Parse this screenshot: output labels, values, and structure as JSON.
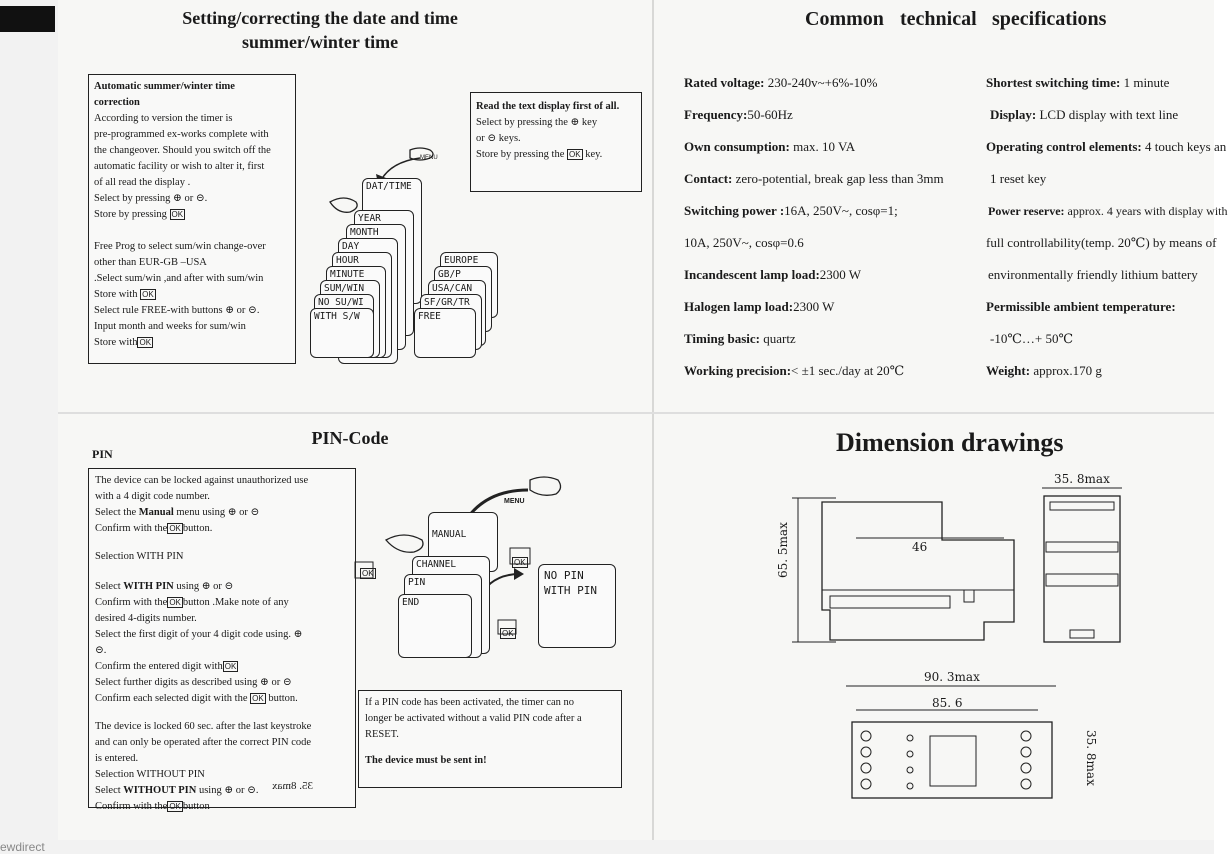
{
  "watermark": "ewdirect",
  "date_section": {
    "title_line1": "Setting/correcting the date and time",
    "title_line2": "summer/winter time",
    "auto_box": {
      "heading1": "Automatic summer/winter time",
      "heading2": "correction",
      "lines": [
        "According to version the timer is",
        "pre-programmed ex-works complete with",
        "the changeover. Should you switch off the",
        "automatic facility or wish to alter it, first",
        "of all read the display ."
      ],
      "select_line": "Select by pressing  ⊕  or ⊝.",
      "store_line": "Store by pressing",
      "free_lines": [
        "Free Prog to select sum/win change-over",
        "other than EUR-GB –USA",
        ".Select sum/win ,and after with sum/win",
        "Store with",
        "Select rule FREE-with buttons  ⊕  or ⊝.",
        "Input month and weeks for sum/win",
        "Store with"
      ]
    },
    "read_box": {
      "heading": "Read the text display first of all.",
      "line1": "Select by pressing the   ⊕  key",
      "line2": "or ⊝ keys.",
      "line3": "Store by pressing the",
      "line3_end": "key."
    },
    "menu_label": "MENU",
    "lcd_stack": [
      "DAT/TIME",
      "YEAR",
      "MONTH",
      "DAY",
      "HOUR",
      "MINUTE",
      "SUM/WIN",
      "NO SU/WI",
      "WITH S/W"
    ],
    "lcd_region": [
      "EUROPE",
      "GB/P",
      "USA/CAN",
      "SF/GR/TR",
      "FREE"
    ]
  },
  "pin_section": {
    "title": "PIN-Code",
    "side_label": "PIN",
    "main_box": {
      "p1_line1": "The device can be locked against unauthorized use",
      "p1_line2": "with a 4 digit code number.",
      "p1_line3_a": "Select the ",
      "p1_line3_b": "Manual",
      "p1_line3_c": " menu using  ⊕  or  ⊝",
      "p1_line4_a": "Confirm with the",
      "p1_line4_b": "button.",
      "sel_with_pin": "Selection WITH PIN",
      "p2_line1_a": "Select ",
      "p2_line1_b": "WITH PIN",
      "p2_line1_c": " using  ⊕  or  ⊝",
      "p2_line2_a": "Confirm with the",
      "p2_line2_b": "button .Make note of any",
      "p2_line3": "desired 4-digits number.",
      "p2_line4": "Select the first digit of your 4 digit code using.  ⊕",
      "p2_line5": "⊝.",
      "p2_line6": "Confirm the entered digit with",
      "p2_line7": "Select further digits as described using  ⊕  or  ⊝",
      "p2_line8_a": "Confirm each selected digit with the",
      "p2_line8_b": "button.",
      "p3_line1": "The device is locked 60 sec. after the last keystroke",
      "p3_line2": "and can only be operated after the correct PIN code",
      "p3_line3": "is entered.",
      "p3_line4": "Selection WITHOUT PIN",
      "p3_line5_a": "Select ",
      "p3_line5_b": "WITHOUT PIN",
      "p3_line5_c": " using  ⊕  or  ⊝.",
      "p3_line6_a": "Confirm with the",
      "p3_line6_b": "button",
      "mirror_text": "35. 8max"
    },
    "note_box": {
      "line1": "If a PIN code has been activated, the timer can no",
      "line2": "longer be activated without a valid PIN code after a",
      "line3": "RESET.",
      "line4": "The device must be sent in!"
    },
    "menu_label": "MENU",
    "lcd_manual": "MANUAL",
    "lcd_stack": [
      "CHANNEL",
      "PIN",
      "END"
    ],
    "lcd_options": [
      "NO PIN",
      "WITH PIN"
    ]
  },
  "ok_label": "OK",
  "specs": {
    "title_words": [
      "Common",
      "technical",
      "specifications"
    ],
    "left": [
      {
        "label": "Rated voltage:",
        "value": " 230-240v~+6%-10%"
      },
      {
        "label": "Frequency:",
        "value": "50-60Hz"
      },
      {
        "label": "Own consumption:",
        "value": " max. 10 VA"
      },
      {
        "label": "Contact:",
        "value": " zero-potential, break gap less than 3mm"
      },
      {
        "label": "Switching power :",
        "value": "16A, 250V~, cosφ=1;"
      },
      {
        "label": "",
        "value": "10A, 250V~, cosφ=0.6"
      },
      {
        "label": "Incandescent lamp load:",
        "value": "2300 W"
      },
      {
        "label": "Halogen lamp load:",
        "value": "2300 W"
      },
      {
        "label": "Timing basic:",
        "value": " quartz"
      },
      {
        "label": "Working precision:",
        "value": "< ±1 sec./day at 20℃"
      }
    ],
    "right": [
      {
        "label": "Shortest switching time:",
        "value": " 1 minute"
      },
      {
        "label": "Display:",
        "value": " LCD display with text line"
      },
      {
        "label": "Operating control elements:",
        "value": " 4 touch keys an"
      },
      {
        "label": "",
        "value": "1 reset key"
      },
      {
        "label": "Power reserve:",
        "value": " approx. 4 years with display with"
      },
      {
        "label": "",
        "value": "full controllability(temp. 20℃) by means of"
      },
      {
        "label": "",
        "value": "environmentally friendly lithium battery"
      },
      {
        "label": "Permissible ambient temperature:",
        "value": ""
      },
      {
        "label": "",
        "value": "-10℃…+ 50℃"
      },
      {
        "label": "Weight:",
        "value": " approx.170 g"
      }
    ]
  },
  "dimensions": {
    "title": "Dimension drawings",
    "w46": "46",
    "h655": "65. 5max",
    "top358": "35. 8max",
    "w903": "90. 3max",
    "w856": "85. 6",
    "side358": "35. 8max"
  }
}
